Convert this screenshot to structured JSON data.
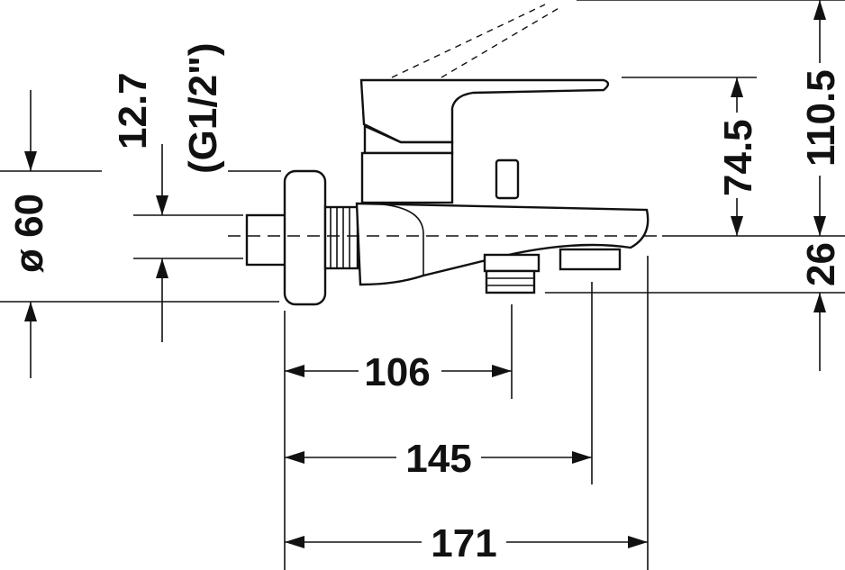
{
  "labels": {
    "thread": "(G1/2\")",
    "offset": "12.7",
    "diameter": "ø 60",
    "width_106": "106",
    "width_145": "145",
    "width_171": "171",
    "height_74_5": "74.5",
    "height_110_5": "110.5",
    "height_26": "26"
  },
  "colors": {
    "line": "#111111",
    "background": "#ffffff"
  }
}
